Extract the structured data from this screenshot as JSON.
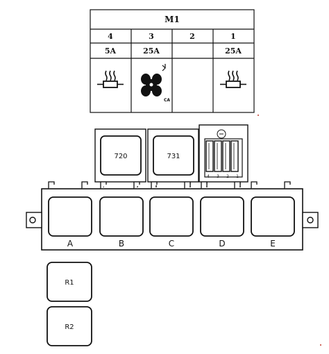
{
  "fuse_table": {
    "title": "M1",
    "columns": [
      {
        "num": "4",
        "amp": "5A",
        "icon": "heated-element-icon"
      },
      {
        "num": "3",
        "amp": "25A",
        "icon": "fan-icon",
        "sub": "CA"
      },
      {
        "num": "2",
        "amp": "",
        "icon": ""
      },
      {
        "num": "1",
        "amp": "25A",
        "icon": "heated-element-icon"
      }
    ]
  },
  "top_relays": [
    "720",
    "731"
  ],
  "fuse_module_pins": [
    "4",
    "3",
    "2",
    "1"
  ],
  "bottom_sockets": [
    "A",
    "B",
    "C",
    "D",
    "E"
  ],
  "side_relays": [
    "R1",
    "R2"
  ]
}
